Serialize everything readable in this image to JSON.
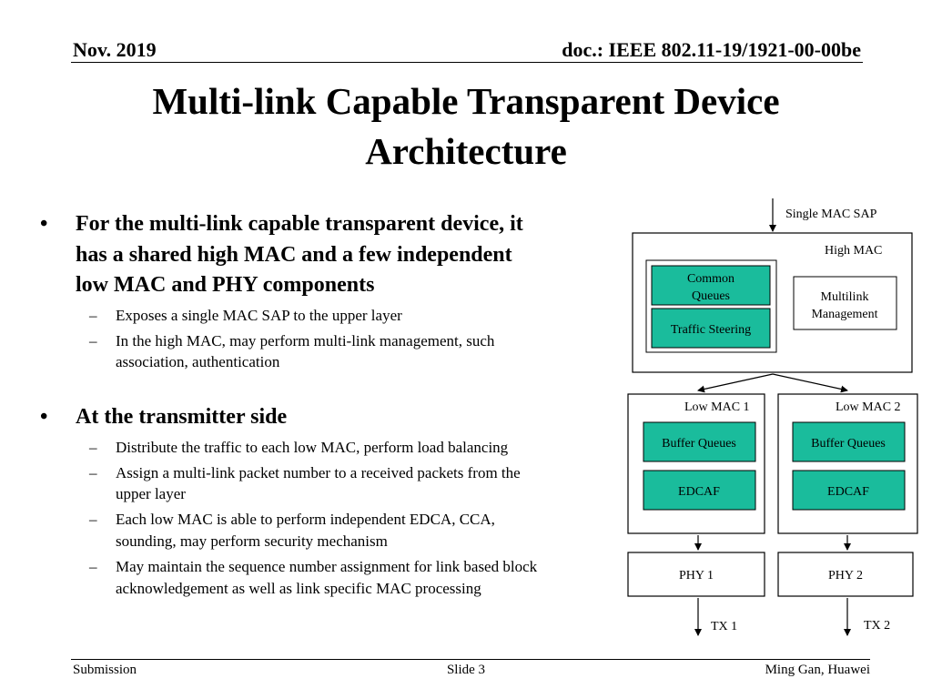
{
  "header": {
    "date": "Nov. 2019",
    "doc_id": "doc.: IEEE 802.11-19/1921-00-00be"
  },
  "title": {
    "line1": "Multi-link Capable Transparent Device",
    "line2": "Architecture"
  },
  "bullets": [
    {
      "text_line1": "For the multi-link capable transparent device, it",
      "text_line2": "has a shared high MAC and a few independent",
      "text_line3": "low MAC and PHY components",
      "subs": [
        {
          "line1": "Exposes a single MAC SAP to the upper layer"
        },
        {
          "line1": "In the high MAC, may perform multi-link management, such",
          "line2": "association, authentication"
        }
      ]
    },
    {
      "text_line1": "At the transmitter side",
      "subs": [
        {
          "line1": "Distribute the traffic to each low MAC, perform load balancing"
        },
        {
          "line1": "Assign a multi-link packet number to a received packets from the",
          "line2": "upper layer"
        },
        {
          "line1": "Each low MAC is able to perform independent EDCA, CCA,",
          "line2": "sounding, may perform security mechanism"
        },
        {
          "line1": "May maintain the sequence number assignment for link based block",
          "line2": "acknowledgement as well as link specific MAC processing"
        }
      ]
    }
  ],
  "bullet_glyph": "•",
  "sub_glyph": "–",
  "diagram": {
    "colors": {
      "box_fill": "#1ABC9C",
      "stroke": "#000000"
    },
    "single_mac_sap": "Single MAC SAP",
    "high_mac": "High MAC",
    "common_queues_line1": "Common",
    "common_queues_line2": "Queues",
    "traffic_steering": "Traffic Steering",
    "multilink_line1": "Multilink",
    "multilink_line2": "Management",
    "low_mac_1": "Low MAC 1",
    "low_mac_2": "Low MAC 2",
    "buffer_queues_1": "Buffer Queues",
    "buffer_queues_2": "Buffer Queues",
    "edcaf_1": "EDCAF",
    "edcaf_2": "EDCAF",
    "phy_1": "PHY 1",
    "phy_2": "PHY 2",
    "tx_1": "TX 1",
    "tx_2": "TX 2"
  },
  "footer": {
    "left": "Submission",
    "center": "Slide 3",
    "right": "Ming Gan, Huawei"
  }
}
